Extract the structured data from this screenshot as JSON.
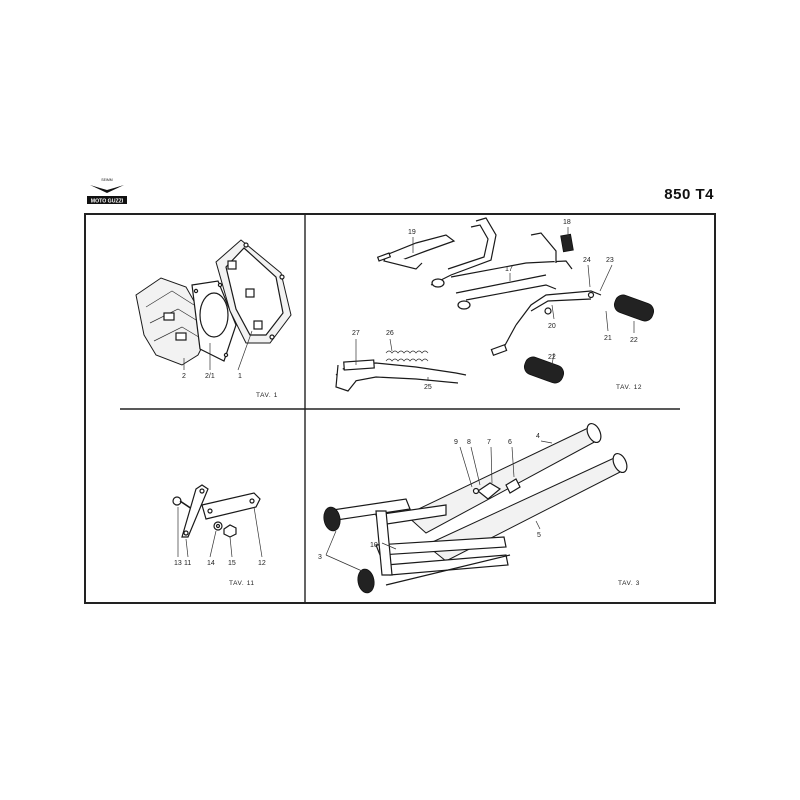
{
  "header": {
    "logo_small_text": "SEIMM",
    "logo_brand": "MOTO GUZZI",
    "model": "850 T4"
  },
  "panels": [
    {
      "caption": "TAV. 1",
      "labels": [
        "2",
        "2/1",
        "1"
      ]
    },
    {
      "caption": "TAV. 12",
      "labels": [
        "19",
        "18",
        "17",
        "24",
        "23",
        "20",
        "21",
        "22",
        "22",
        "27",
        "26",
        "25"
      ]
    },
    {
      "caption": "TAV. 11",
      "labels": [
        "13",
        "11",
        "14",
        "15",
        "12"
      ]
    },
    {
      "caption": "TAV. 3",
      "labels": [
        "9",
        "8",
        "7",
        "6",
        "4",
        "10",
        "5",
        "3"
      ]
    }
  ]
}
